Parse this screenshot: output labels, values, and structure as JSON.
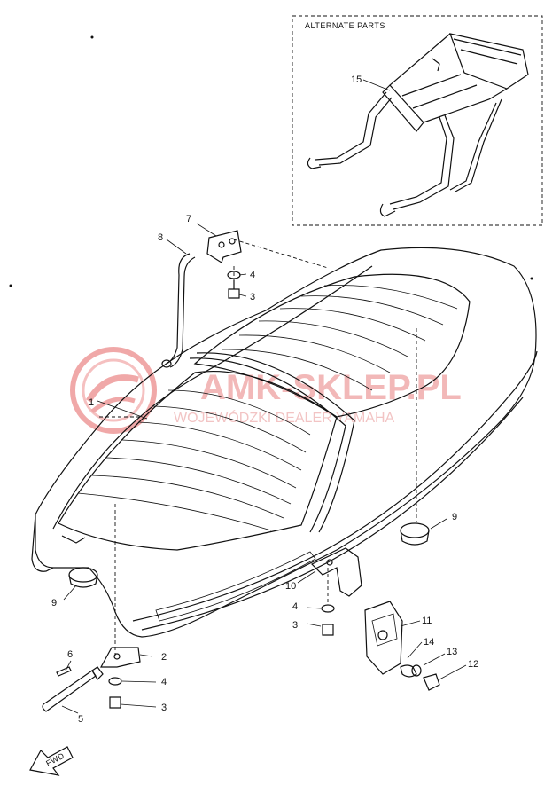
{
  "inset": {
    "title": "ALTERNATE PARTS"
  },
  "watermark": {
    "main": "AMK-SKLEP.PL",
    "sub": "WOJEWÓDZKI DEALER YAMAHA"
  },
  "front_marker": "FWD",
  "callouts": [
    "1",
    "2",
    "3",
    "3",
    "3",
    "4",
    "4",
    "4",
    "5",
    "6",
    "7",
    "8",
    "9",
    "9",
    "10",
    "11",
    "12",
    "13",
    "14",
    "15"
  ]
}
